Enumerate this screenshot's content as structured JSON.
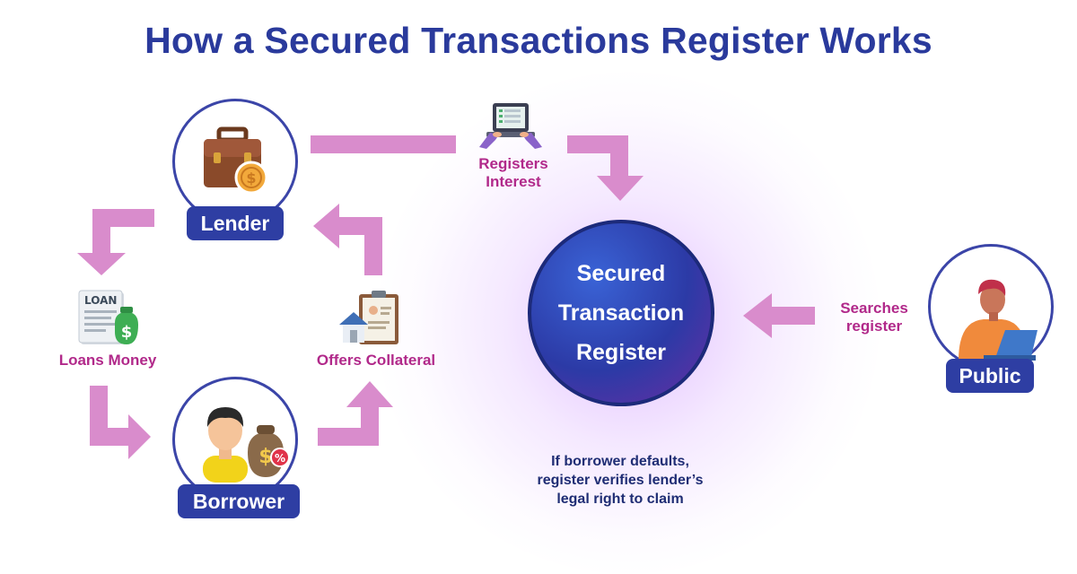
{
  "title": "How a Secured Transactions Register Works",
  "nodes": {
    "lender": "Lender",
    "borrower": "Borrower",
    "public": "Public",
    "register_line1": "Secured",
    "register_line2": "Transaction",
    "register_line3": "Register"
  },
  "flows": {
    "registers_interest": "Registers Interest",
    "loans_money": "Loans Money",
    "offers_collateral": "Offers Collateral",
    "searches_register": "Searches register"
  },
  "note": {
    "line1": "If borrower defaults,",
    "line2": "register verifies lender’s",
    "line3": "legal right to claim"
  },
  "icon_labels": {
    "loan_document": "LOAN",
    "dollar": "$",
    "percent": "%"
  },
  "colors": {
    "title": "#2a3a9c",
    "badge": "#2e3ea3",
    "arrow": "#d98ccc",
    "flow_label": "#b1298a",
    "note": "#1f2d74"
  }
}
